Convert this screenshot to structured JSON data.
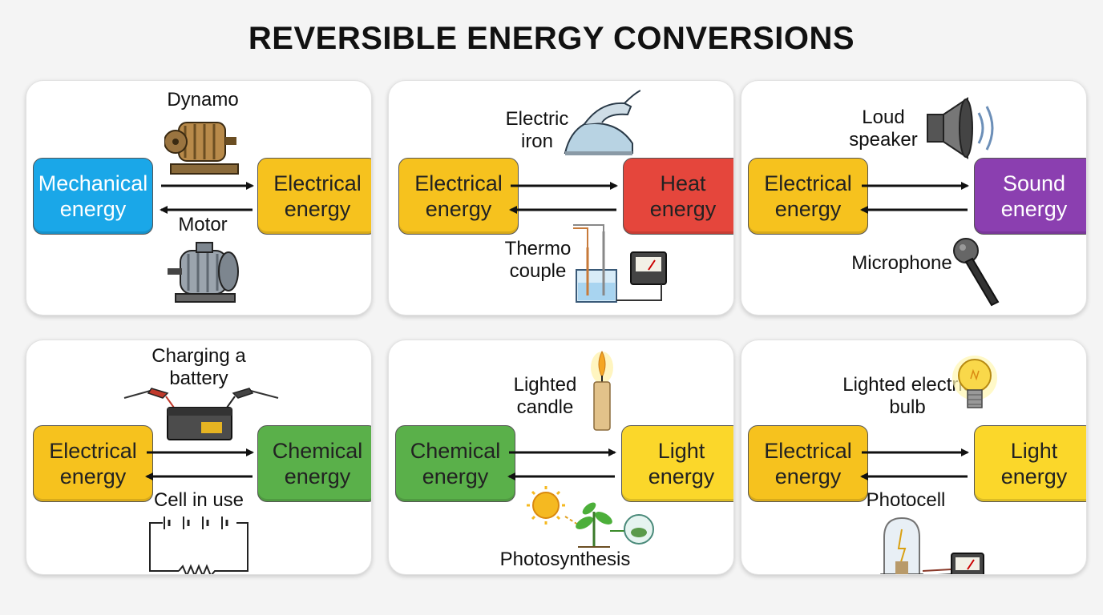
{
  "title": "REVERSIBLE ENERGY CONVERSIONS",
  "colors": {
    "mechanical": "#1aa7e8",
    "electrical": "#f6c21e",
    "heat": "#e5463c",
    "sound": "#8b3fb0",
    "chemical": "#5ab04a",
    "light": "#fbd72a"
  },
  "panels": [
    {
      "left_box": "Mechanical energy",
      "right_box": "Electrical energy",
      "forward_device": "Dynamo",
      "reverse_device": "Motor",
      "icons": [
        "dynamo-icon",
        "motor-icon"
      ]
    },
    {
      "left_box": "Electrical energy",
      "right_box": "Heat energy",
      "forward_device": "Electric iron",
      "reverse_device": "Thermo couple",
      "icons": [
        "iron-icon",
        "thermocouple-icon"
      ]
    },
    {
      "left_box": "Electrical energy",
      "right_box": "Sound energy",
      "forward_device": "Loud speaker",
      "reverse_device": "Microphone",
      "icons": [
        "speaker-icon",
        "microphone-icon"
      ]
    },
    {
      "left_box": "Electrical energy",
      "right_box": "Chemical energy",
      "forward_device": "Charging a battery",
      "reverse_device": "Cell in use",
      "icons": [
        "battery-icon",
        "circuit-icon"
      ]
    },
    {
      "left_box": "Chemical energy",
      "right_box": "Light energy",
      "forward_device": "Lighted candle",
      "reverse_device": "Photosynthesis",
      "icons": [
        "candle-icon",
        "photosynthesis-icon"
      ]
    },
    {
      "left_box": "Electrical energy",
      "right_box": "Light energy",
      "forward_device": "Lighted electric bulb",
      "reverse_device": "Photocell",
      "icons": [
        "bulb-icon",
        "photocell-icon"
      ]
    }
  ]
}
